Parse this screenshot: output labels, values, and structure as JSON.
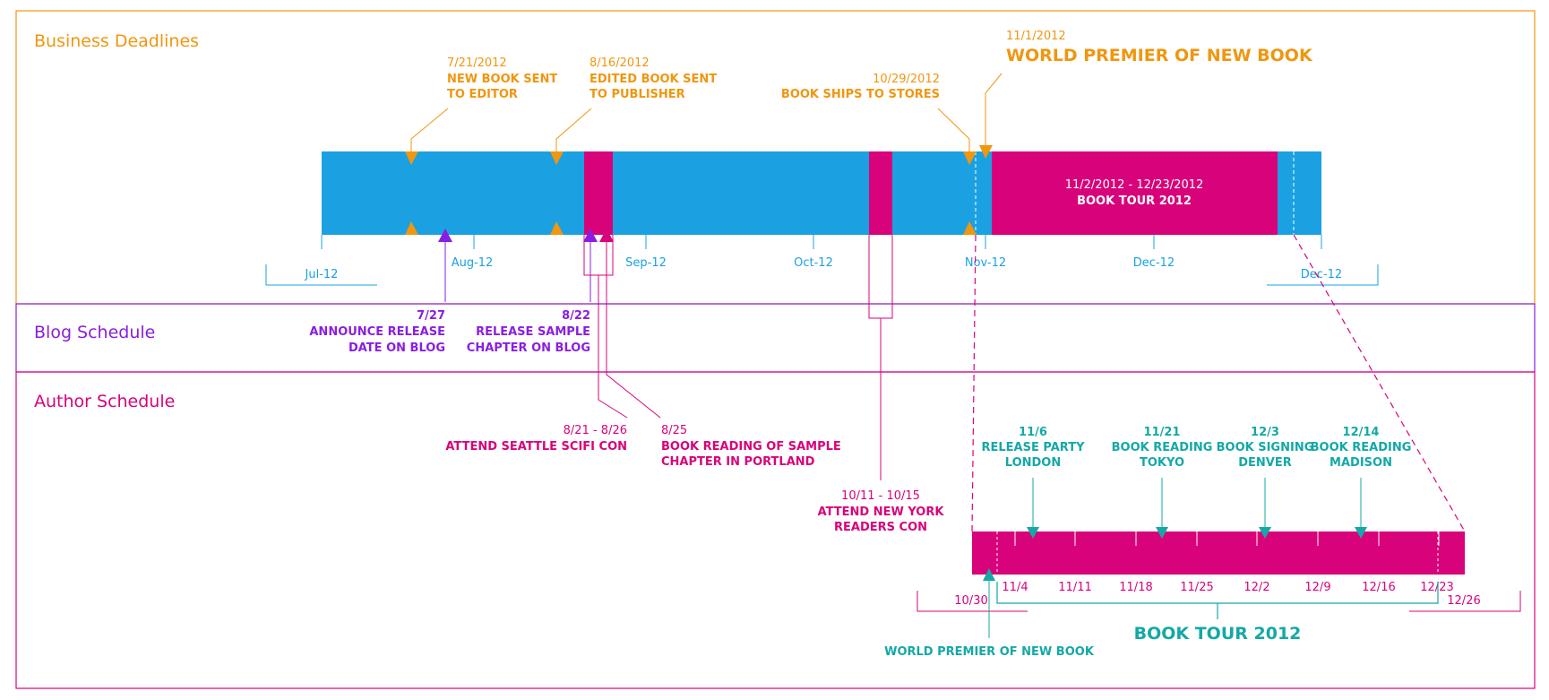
{
  "lanes": {
    "business": "Business Deadlines",
    "blog": "Blog Schedule",
    "author": "Author Schedule"
  },
  "colors": {
    "orange": "#f0960f",
    "blue": "#1ba1e2",
    "purple": "#8a1ee0",
    "magenta": "#d8037a",
    "teal": "#14a8a6"
  },
  "main_timeline": {
    "axis_labels": [
      "Jul-12",
      "Aug-12",
      "Sep-12",
      "Oct-12",
      "Nov-12",
      "Dec-12",
      "Dec-12"
    ],
    "band": {
      "date_range": "11/2/2012 - 12/23/2012",
      "title": "BOOK TOUR 2012"
    }
  },
  "business_milestones": [
    {
      "date": "7/21/2012",
      "lines": [
        "NEW BOOK SENT",
        "TO EDITOR"
      ]
    },
    {
      "date": "8/16/2012",
      "lines": [
        "EDITED BOOK SENT",
        "TO PUBLISHER"
      ]
    },
    {
      "date": "10/29/2012",
      "lines": [
        "BOOK SHIPS TO STORES"
      ]
    },
    {
      "date": "11/1/2012",
      "lines": [
        "WORLD PREMIER OF NEW BOOK"
      ]
    }
  ],
  "blog_milestones": [
    {
      "date": "7/27",
      "lines": [
        "ANNOUNCE RELEASE",
        "DATE ON BLOG"
      ]
    },
    {
      "date": "8/22",
      "lines": [
        "RELEASE SAMPLE",
        "CHAPTER ON BLOG"
      ]
    }
  ],
  "author_events": [
    {
      "date": "8/21 - 8/26",
      "lines": [
        "ATTEND SEATTLE SCIFI CON"
      ]
    },
    {
      "date": "8/25",
      "lines": [
        "BOOK READING OF SAMPLE",
        "CHAPTER IN PORTLAND"
      ]
    },
    {
      "date": "10/11 - 10/15",
      "lines": [
        "ATTEND NEW YORK",
        "READERS CON"
      ]
    }
  ],
  "tour_timeline": {
    "axis_labels": [
      "11/4",
      "11/11",
      "11/18",
      "11/25",
      "12/2",
      "12/9",
      "12/16",
      "12/23"
    ],
    "start_label": "10/30",
    "end_label": "12/26",
    "bracket_label": "BOOK TOUR 2012",
    "premier_label": "WORLD PREMIER OF NEW BOOK",
    "events": [
      {
        "date": "11/6",
        "lines": [
          "RELEASE PARTY",
          "LONDON"
        ]
      },
      {
        "date": "11/21",
        "lines": [
          "BOOK READING",
          "TOKYO"
        ]
      },
      {
        "date": "12/3",
        "lines": [
          "BOOK SIGNING",
          "DENVER"
        ]
      },
      {
        "date": "12/14",
        "lines": [
          "BOOK READING",
          "MADISON"
        ]
      }
    ]
  }
}
